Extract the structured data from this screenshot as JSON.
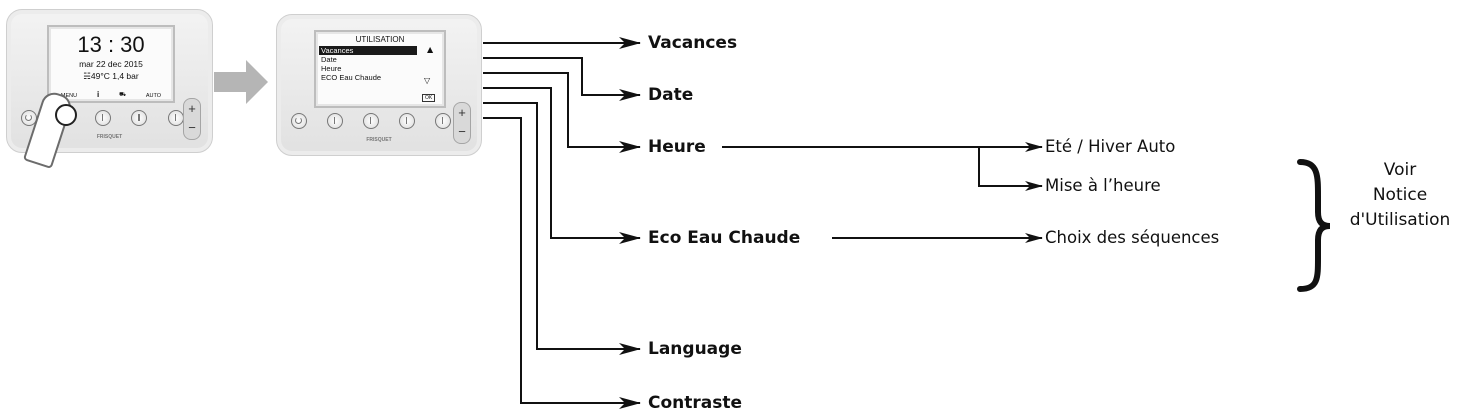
{
  "device_home": {
    "time": "13 : 30",
    "date": "mar 22 dec 2015",
    "status": "49°C  1,4 bar",
    "softkeys": [
      "MENU",
      "i",
      "",
      "AUTO"
    ],
    "brand": "FRISQUET",
    "plus": "+",
    "minus": "−"
  },
  "device_menu": {
    "title": "UTILISATION",
    "items": [
      "Vacances",
      "Date",
      "Heure",
      "ECO Eau Chaude"
    ],
    "up_glyph": "▲",
    "down_glyph": "▽",
    "ok": "OK",
    "brand": "FRISQUET"
  },
  "branches": {
    "vacances": "Vacances",
    "date": "Date",
    "heure": "Heure",
    "eco": "Eco Eau Chaude",
    "language": "Language",
    "contraste": "Contraste"
  },
  "sub_branches": {
    "ete_hiver": "Eté / Hiver Auto",
    "mise_heure": "Mise à l’heure",
    "choix": "Choix des séquences"
  },
  "note": {
    "line1": "Voir",
    "line2": "Notice",
    "line3": "d'Utilisation"
  },
  "colors": {
    "ink": "#111111",
    "arrow_gray": "#b5b5b5"
  }
}
